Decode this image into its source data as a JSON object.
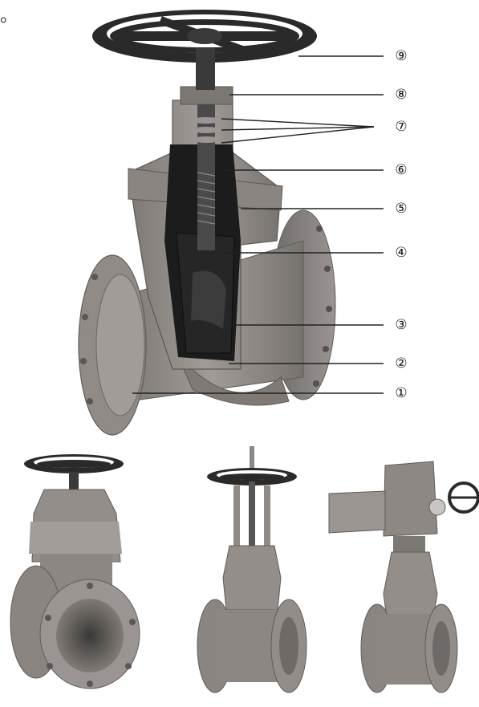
{
  "corner_mark": "。",
  "callouts": [
    "⑨",
    "⑧",
    "⑦",
    "⑥",
    "⑤",
    "④",
    "③",
    "②",
    "①"
  ],
  "colors": {
    "valve_body": "#8f8a86",
    "valve_shadow": "#6e6a67",
    "handwheel": "#2a2a2a",
    "stem": "#4a4a4a",
    "interior": "#1c1c1c",
    "leader": "#222222"
  },
  "figure": {
    "main": "cutaway-gate-valve",
    "products": [
      "resilient-seated-gate-valve",
      "rising-stem-gate-valve",
      "actuated-gate-valve"
    ]
  }
}
